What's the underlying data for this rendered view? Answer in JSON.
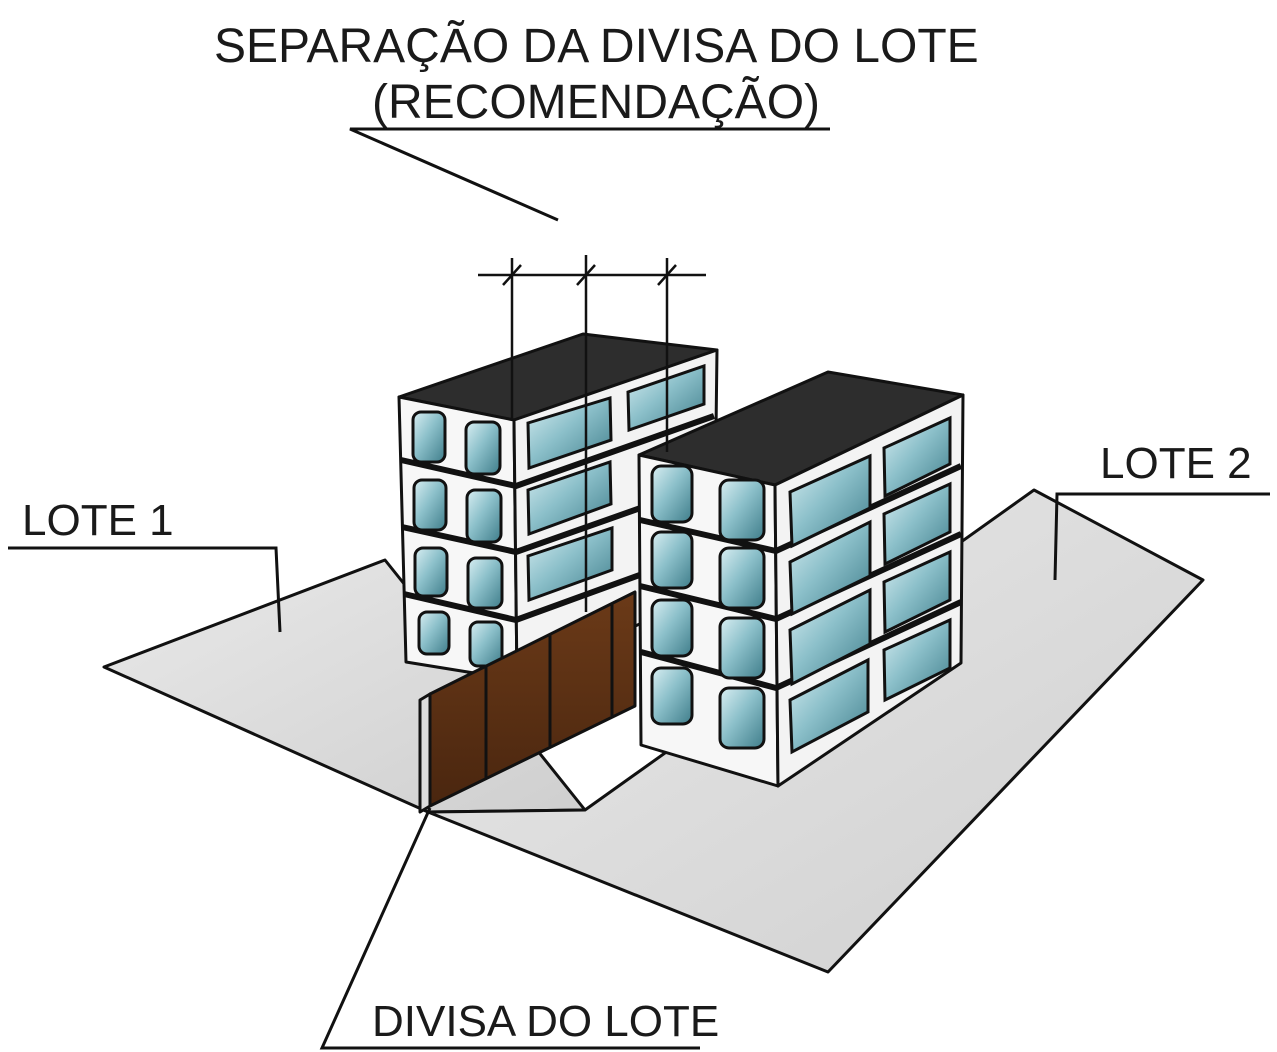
{
  "labels": {
    "title_line1": "SEPARAÇÃO DA DIVISA DO LOTE",
    "title_line2": "(RECOMENDAÇÃO)",
    "lot1": "LOTE 1",
    "lot2": "LOTE 2",
    "boundary": "DIVISA DO LOTE"
  },
  "colors": {
    "ground": "#dedede",
    "roof": "#2d2d2d",
    "facade": "#f7f7f7",
    "glass": "#6fa5b0",
    "glass_light": "#cfe7ec",
    "wall": "#5a3015",
    "outline": "#111111"
  },
  "icons": {
    "building_left": "office-building-icon",
    "building_right": "office-building-icon",
    "boundary_wall": "wall-icon"
  },
  "floors_per_building": 4
}
